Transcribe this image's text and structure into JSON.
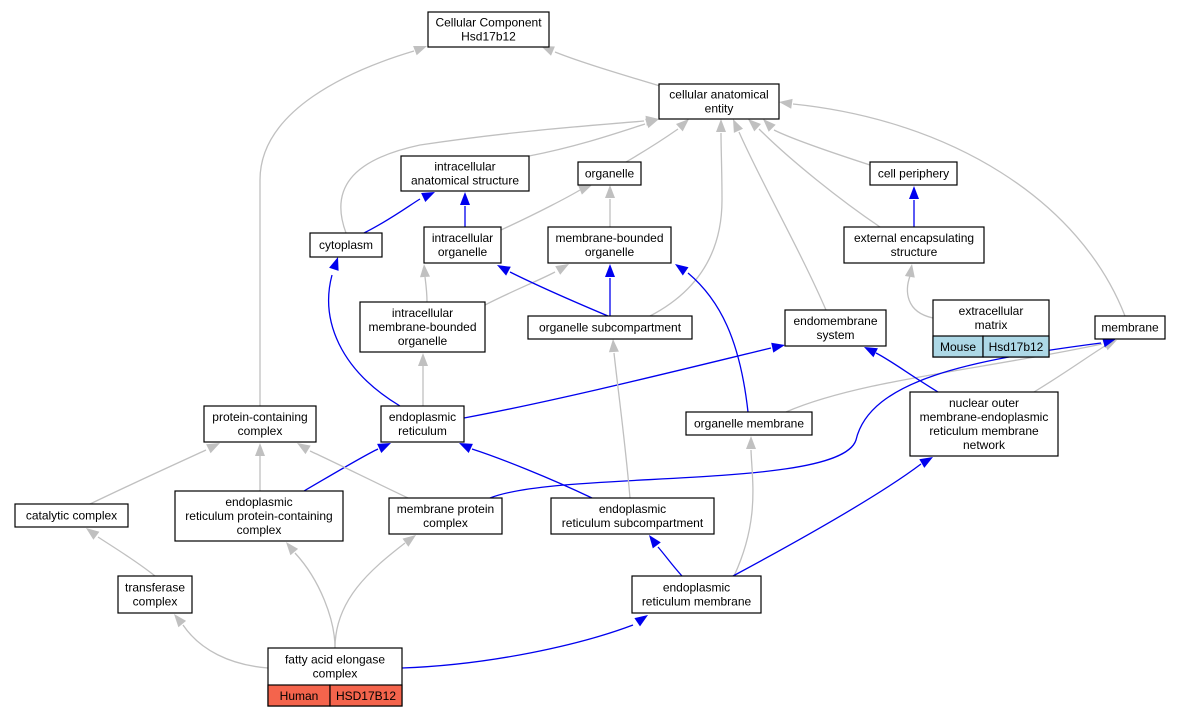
{
  "colors": {
    "is_a": "#c0c0c0",
    "part_of": "#0000ee",
    "mouse": "#add8e6",
    "human": "#f4644c"
  },
  "nodes": [
    {
      "id": "cc",
      "lines": [
        "Cellular Component",
        "Hsd17b12"
      ]
    },
    {
      "id": "cae",
      "lines": [
        "cellular anatomical",
        "entity"
      ]
    },
    {
      "id": "ias",
      "lines": [
        "intracellular",
        "anatomical structure"
      ]
    },
    {
      "id": "org",
      "lines": [
        "organelle"
      ]
    },
    {
      "id": "cp",
      "lines": [
        "cell periphery"
      ]
    },
    {
      "id": "cyto",
      "lines": [
        "cytoplasm"
      ]
    },
    {
      "id": "io",
      "lines": [
        "intracellular",
        "organelle"
      ]
    },
    {
      "id": "mbo",
      "lines": [
        "membrane-bounded",
        "organelle"
      ]
    },
    {
      "id": "ees",
      "lines": [
        "external encapsulating",
        "structure"
      ]
    },
    {
      "id": "imbo",
      "lines": [
        "intracellular",
        "membrane-bounded",
        "organelle"
      ]
    },
    {
      "id": "osc",
      "lines": [
        "organelle subcompartment"
      ]
    },
    {
      "id": "ems",
      "lines": [
        "endomembrane",
        "system"
      ]
    },
    {
      "id": "ecm",
      "lines": [
        "extracellular",
        "matrix"
      ],
      "cells": [
        "Mouse",
        "Hsd17b12"
      ],
      "cell_color": "mouse"
    },
    {
      "id": "mem",
      "lines": [
        "membrane"
      ]
    },
    {
      "id": "pcc",
      "lines": [
        "protein-containing",
        "complex"
      ]
    },
    {
      "id": "er",
      "lines": [
        "endoplasmic",
        "reticulum"
      ]
    },
    {
      "id": "om",
      "lines": [
        "organelle membrane"
      ]
    },
    {
      "id": "nom",
      "lines": [
        "nuclear outer",
        "membrane-endoplasmic",
        "reticulum membrane",
        "network"
      ]
    },
    {
      "id": "catc",
      "lines": [
        "catalytic complex"
      ]
    },
    {
      "id": "erpcc",
      "lines": [
        "endoplasmic",
        "reticulum protein-containing",
        "complex"
      ]
    },
    {
      "id": "mpc",
      "lines": [
        "membrane protein",
        "complex"
      ]
    },
    {
      "id": "ersc",
      "lines": [
        "endoplasmic",
        "reticulum subcompartment"
      ]
    },
    {
      "id": "tc",
      "lines": [
        "transferase",
        "complex"
      ]
    },
    {
      "id": "erm",
      "lines": [
        "endoplasmic",
        "reticulum membrane"
      ]
    },
    {
      "id": "fae",
      "lines": [
        "fatty acid elongase",
        "complex"
      ],
      "cells": [
        "Human",
        "HSD17B12"
      ],
      "cell_color": "human"
    }
  ],
  "edges": [
    {
      "from": "cae",
      "to": "cc",
      "type": "is_a"
    },
    {
      "from": "pcc",
      "to": "cc",
      "type": "is_a"
    },
    {
      "from": "ias",
      "to": "cae",
      "type": "is_a"
    },
    {
      "from": "org",
      "to": "cae",
      "type": "is_a"
    },
    {
      "from": "cp",
      "to": "cae",
      "type": "is_a"
    },
    {
      "from": "cyto",
      "to": "cae",
      "type": "is_a"
    },
    {
      "from": "osc",
      "to": "cae",
      "type": "is_a"
    },
    {
      "from": "ems",
      "to": "cae",
      "type": "is_a"
    },
    {
      "from": "ees",
      "to": "cae",
      "type": "is_a"
    },
    {
      "from": "mem",
      "to": "cae",
      "type": "is_a"
    },
    {
      "from": "cyto",
      "to": "ias",
      "type": "part_of"
    },
    {
      "from": "io",
      "to": "ias",
      "type": "part_of"
    },
    {
      "from": "io",
      "to": "org",
      "type": "is_a"
    },
    {
      "from": "mbo",
      "to": "org",
      "type": "is_a"
    },
    {
      "from": "ees",
      "to": "cp",
      "type": "part_of"
    },
    {
      "from": "ecm",
      "to": "ees",
      "type": "is_a"
    },
    {
      "from": "imbo",
      "to": "io",
      "type": "is_a"
    },
    {
      "from": "imbo",
      "to": "mbo",
      "type": "is_a"
    },
    {
      "from": "osc",
      "to": "io",
      "type": "part_of"
    },
    {
      "from": "osc",
      "to": "mbo",
      "type": "part_of"
    },
    {
      "from": "er",
      "to": "imbo",
      "type": "is_a"
    },
    {
      "from": "er",
      "to": "cyto",
      "type": "part_of"
    },
    {
      "from": "er",
      "to": "ems",
      "type": "part_of"
    },
    {
      "from": "om",
      "to": "mbo",
      "type": "part_of"
    },
    {
      "from": "om",
      "to": "mem",
      "type": "is_a"
    },
    {
      "from": "nom",
      "to": "ems",
      "type": "part_of"
    },
    {
      "from": "nom",
      "to": "mem",
      "type": "is_a"
    },
    {
      "from": "catc",
      "to": "pcc",
      "type": "is_a"
    },
    {
      "from": "erpcc",
      "to": "pcc",
      "type": "is_a"
    },
    {
      "from": "erpcc",
      "to": "er",
      "type": "part_of"
    },
    {
      "from": "mpc",
      "to": "pcc",
      "type": "is_a"
    },
    {
      "from": "mpc",
      "to": "mem",
      "type": "part_of"
    },
    {
      "from": "ersc",
      "to": "er",
      "type": "part_of"
    },
    {
      "from": "ersc",
      "to": "osc",
      "type": "is_a"
    },
    {
      "from": "tc",
      "to": "catc",
      "type": "is_a"
    },
    {
      "from": "erm",
      "to": "ersc",
      "type": "part_of"
    },
    {
      "from": "erm",
      "to": "om",
      "type": "is_a"
    },
    {
      "from": "erm",
      "to": "nom",
      "type": "part_of"
    },
    {
      "from": "fae",
      "to": "tc",
      "type": "is_a"
    },
    {
      "from": "fae",
      "to": "erpcc",
      "type": "is_a"
    },
    {
      "from": "fae",
      "to": "mpc",
      "type": "is_a"
    },
    {
      "from": "fae",
      "to": "erm",
      "type": "part_of"
    }
  ]
}
